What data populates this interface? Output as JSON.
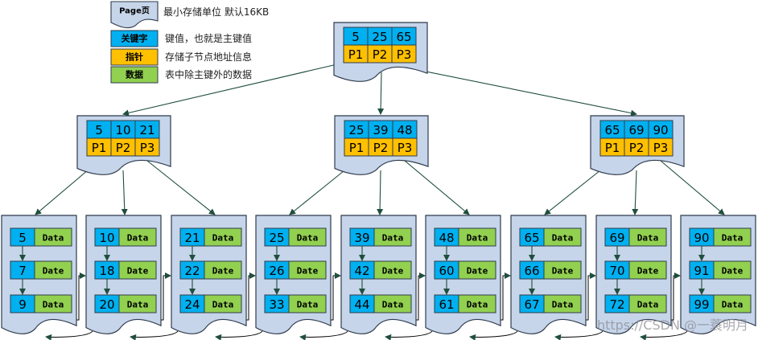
{
  "legend": {
    "page": {
      "label": "Page页",
      "desc": "最小存储单位 默认16KB"
    },
    "key": {
      "label": "关键字",
      "desc": "键值，也就是主键值"
    },
    "pointer": {
      "label": "指针",
      "desc": "存储子节点地址信息"
    },
    "data": {
      "label": "数据",
      "desc": "表中除主键外的数据"
    }
  },
  "root": {
    "keys": [
      "5",
      "25",
      "65"
    ],
    "pointers": [
      "P1",
      "P2",
      "P3"
    ]
  },
  "internal": [
    {
      "keys": [
        "5",
        "10",
        "21"
      ],
      "pointers": [
        "P1",
        "P2",
        "P3"
      ]
    },
    {
      "keys": [
        "25",
        "39",
        "48"
      ],
      "pointers": [
        "P1",
        "P2",
        "P3"
      ]
    },
    {
      "keys": [
        "65",
        "69",
        "90"
      ],
      "pointers": [
        "P1",
        "P2",
        "P3"
      ]
    }
  ],
  "leaves": [
    {
      "rows": [
        {
          "key": "5",
          "data": "Data"
        },
        {
          "key": "7",
          "data": "Date"
        },
        {
          "key": "9",
          "data": "Data"
        }
      ]
    },
    {
      "rows": [
        {
          "key": "10",
          "data": "Data"
        },
        {
          "key": "18",
          "data": "Date"
        },
        {
          "key": "20",
          "data": "Data"
        }
      ]
    },
    {
      "rows": [
        {
          "key": "21",
          "data": "Data"
        },
        {
          "key": "22",
          "data": "Date"
        },
        {
          "key": "24",
          "data": "Data"
        }
      ]
    },
    {
      "rows": [
        {
          "key": "25",
          "data": "Data"
        },
        {
          "key": "26",
          "data": "Date"
        },
        {
          "key": "33",
          "data": "Data"
        }
      ]
    },
    {
      "rows": [
        {
          "key": "39",
          "data": "Data"
        },
        {
          "key": "42",
          "data": "Date"
        },
        {
          "key": "44",
          "data": "Data"
        }
      ]
    },
    {
      "rows": [
        {
          "key": "48",
          "data": "Data"
        },
        {
          "key": "60",
          "data": "Date"
        },
        {
          "key": "61",
          "data": "Data"
        }
      ]
    },
    {
      "rows": [
        {
          "key": "65",
          "data": "Data"
        },
        {
          "key": "66",
          "data": "Date"
        },
        {
          "key": "67",
          "data": "Data"
        }
      ]
    },
    {
      "rows": [
        {
          "key": "69",
          "data": "Data"
        },
        {
          "key": "70",
          "data": "Date"
        },
        {
          "key": "72",
          "data": "Data"
        }
      ]
    },
    {
      "rows": [
        {
          "key": "90",
          "data": "Data"
        },
        {
          "key": "91",
          "data": "Date"
        },
        {
          "key": "99",
          "data": "Data"
        }
      ]
    }
  ],
  "watermark": "https://CSDN @一蓑明月",
  "colors": {
    "page_fill": "#c6d5ea",
    "page_stroke": "#2f3b4c",
    "key_fill": "#00b0f0",
    "pointer_fill": "#ffc000",
    "data_fill": "#92d050",
    "arrow": "#1f4e3d",
    "text": "#000000"
  }
}
